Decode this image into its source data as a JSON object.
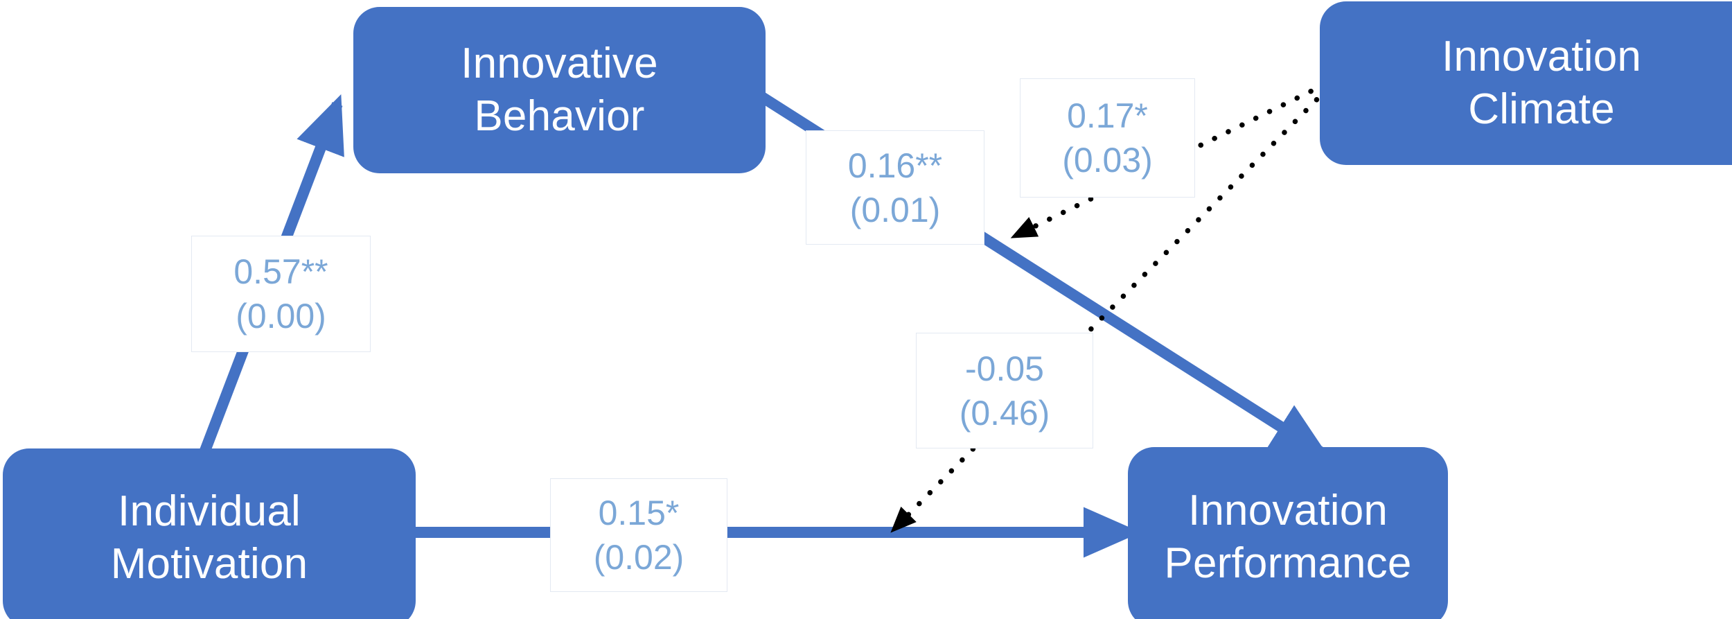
{
  "diagram": {
    "title": "Innovation path model",
    "colors": {
      "node_fill": "#4472C4",
      "node_text": "#FFFFFF",
      "solid_edge": "#4472C4",
      "dotted_edge": "#000000",
      "label_text": "#7BA7D7",
      "label_border": "#E3E9F2",
      "background": "#FFFFFF"
    },
    "nodes": [
      {
        "id": "innovative_behavior",
        "line1": "Innovative",
        "line2": "Behavior"
      },
      {
        "id": "innovation_climate",
        "line1": "Innovation",
        "line2": "Climate"
      },
      {
        "id": "individual_motivation",
        "line1": "Individual",
        "line2": "Motivation"
      },
      {
        "id": "innovation_performance",
        "line1": "Innovation",
        "line2": "Performance"
      }
    ],
    "edges": [
      {
        "id": "motivation-to-behavior",
        "from": "individual_motivation",
        "to": "innovative_behavior",
        "style": "solid",
        "coefficient": "0.57**",
        "p_value": "(0.00)"
      },
      {
        "id": "behavior-to-performance",
        "from": "innovative_behavior",
        "to": "innovation_performance",
        "style": "solid",
        "coefficient": "0.16**",
        "p_value": "(0.01)"
      },
      {
        "id": "climate-moderates-behavior-performance",
        "from": "innovation_climate",
        "to": "behavior-to-performance",
        "style": "dotted",
        "coefficient": "0.17*",
        "p_value": "(0.03)"
      },
      {
        "id": "climate-moderates-motivation-performance",
        "from": "innovation_climate",
        "to": "motivation-to-performance",
        "style": "dotted",
        "coefficient": "-0.05",
        "p_value": "(0.46)"
      },
      {
        "id": "motivation-to-performance",
        "from": "individual_motivation",
        "to": "innovation_performance",
        "style": "solid",
        "coefficient": "0.15*",
        "p_value": "(0.02)"
      }
    ]
  }
}
